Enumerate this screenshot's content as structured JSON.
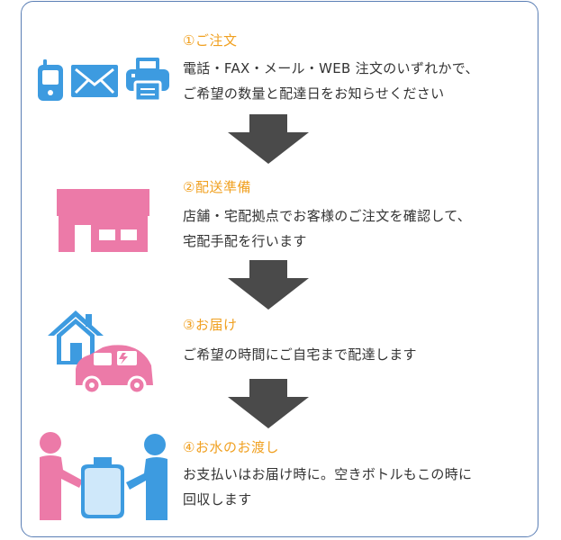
{
  "colors": {
    "blue": "#3d9be0",
    "pink": "#ec7aa8",
    "orange": "#f0a020",
    "arrow": "#4a4a4a",
    "frame": "#5b7fb5",
    "text": "#333333"
  },
  "steps": [
    {
      "title": "①ご注文",
      "desc": [
        "電話・FAX・メール・WEB 注文のいずれかで、",
        "ご希望の数量と配達日をお知らせください"
      ],
      "icons": [
        "mobile-phone-icon",
        "mail-envelope-icon",
        "fax-printer-icon"
      ]
    },
    {
      "title": "②配送準備",
      "desc": [
        "店舗・宅配拠点でお客様のご注文を確認して、",
        "宅配手配を行います"
      ],
      "icons": [
        "store-icon"
      ]
    },
    {
      "title": "③お届け",
      "desc": [
        "ご希望の時間にご自宅まで配達します"
      ],
      "icons": [
        "house-icon",
        "electric-delivery-car-icon"
      ]
    },
    {
      "title": "④お水のお渡し",
      "desc": [
        "お支払いはお届け時に。空きボトルもこの時に",
        "回収します"
      ],
      "icons": [
        "water-bottle-handover-icon"
      ]
    }
  ]
}
